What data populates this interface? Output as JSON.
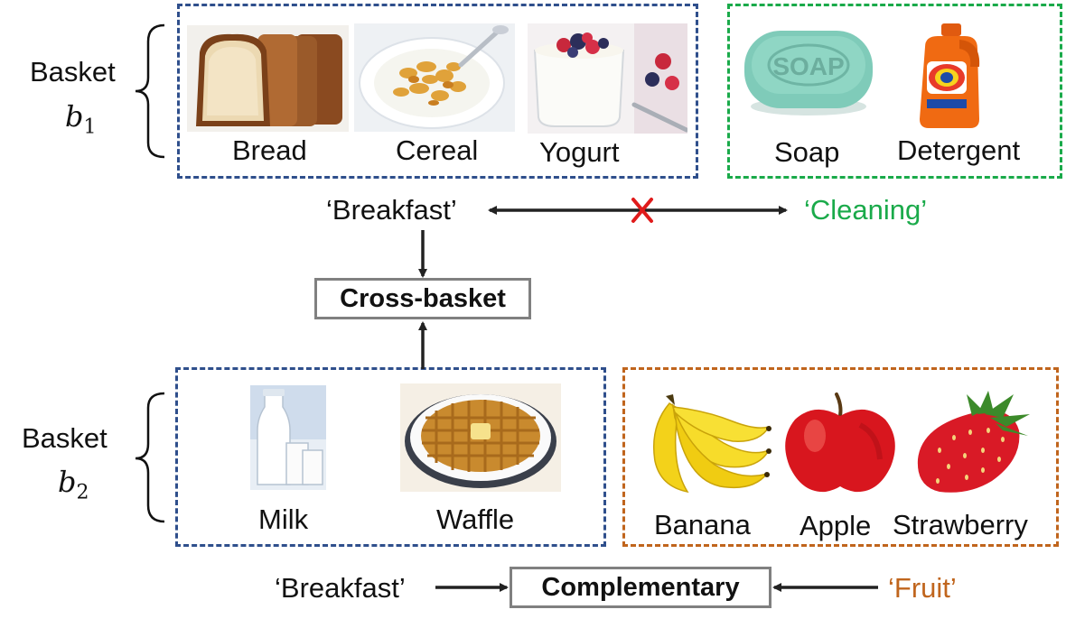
{
  "basket1": {
    "label": "Basket",
    "symbol": "b",
    "subscript": "1",
    "items": [
      {
        "label": "Bread",
        "icon": "bread-icon"
      },
      {
        "label": "Cereal",
        "icon": "cereal-icon"
      },
      {
        "label": "Yogurt",
        "icon": "yogurt-icon"
      }
    ],
    "other_items": [
      {
        "label": "Soap",
        "icon": "soap-icon",
        "soap_text": "SOAP"
      },
      {
        "label": "Detergent",
        "icon": "detergent-icon"
      }
    ]
  },
  "basket2": {
    "label": "Basket",
    "symbol": "b",
    "subscript": "2",
    "items": [
      {
        "label": "Milk",
        "icon": "milk-icon"
      },
      {
        "label": "Waffle",
        "icon": "waffle-icon"
      }
    ],
    "other_items": [
      {
        "label": "Banana",
        "icon": "banana-icon"
      },
      {
        "label": "Apple",
        "icon": "apple-icon"
      },
      {
        "label": "Strawberry",
        "icon": "strawberry-icon"
      }
    ]
  },
  "concepts": {
    "breakfast_top": "‘Breakfast’",
    "cleaning": "‘Cleaning’",
    "breakfast_bottom": "‘Breakfast’",
    "fruit": "‘Fruit’"
  },
  "relations": {
    "cross_basket": "Cross-basket",
    "complementary": "Complementary"
  },
  "colors": {
    "blue": "#2f4f8c",
    "green": "#1aaa4a",
    "orange": "#c0651d",
    "red": "#e01b1b",
    "gray": "#808080"
  }
}
